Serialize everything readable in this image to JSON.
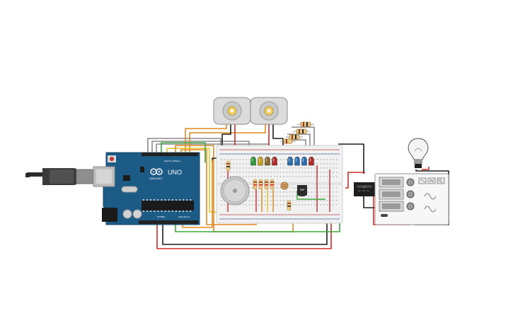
{
  "arduino": {
    "model_label": "UNO",
    "brand_label": "ARDUINO",
    "digital_label": "DIGITAL (PWM~)",
    "power_label": "POWER",
    "analog_label": "ANALOG IN",
    "board_color": "#1d5b87"
  },
  "usb": {
    "icon": "usb-plug-icon"
  },
  "components": {
    "motors": [
      {
        "icon": "dc-motor-icon",
        "hub_color": "#f2d16b"
      },
      {
        "icon": "dc-motor-icon",
        "hub_color": "#f2d16b"
      }
    ],
    "leds": [
      {
        "color": "#2e9a3a"
      },
      {
        "color": "#c9a21c"
      },
      {
        "color": "#8a6a2b"
      },
      {
        "color": "#b22a2a"
      },
      {
        "color": "#2a6fb2"
      },
      {
        "color": "#2a6fb2"
      },
      {
        "color": "#2a6fb2"
      },
      {
        "color": "#b22a2a"
      }
    ],
    "buzzer": {
      "icon": "piezo-buzzer-icon"
    },
    "temp_sensor": {
      "label": "TMP"
    },
    "relay": {
      "icon": "relay-icon"
    },
    "bulb": {
      "icon": "light-bulb-icon"
    },
    "power_supply": {
      "icon": "power-supply-icon"
    }
  },
  "wire_colors": {
    "red": "#d42a2a",
    "black": "#1e1e1e",
    "orange": "#e08a1e",
    "green": "#3aa83a",
    "gray": "#8a8a8a",
    "yellow": "#e6c229"
  }
}
